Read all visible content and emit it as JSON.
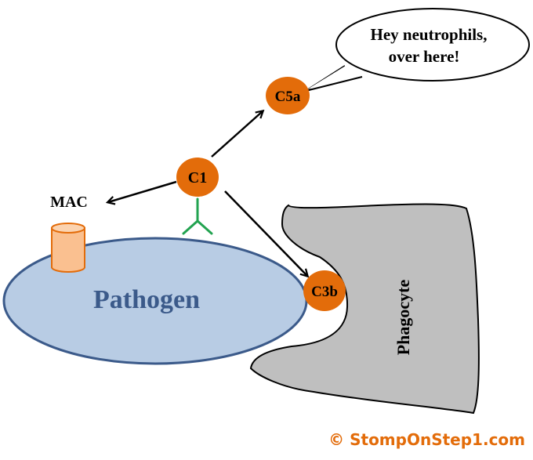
{
  "diagram": {
    "nodes": {
      "c1": "C1",
      "c5a": "C5a",
      "c3b": "C3b"
    },
    "pathogen_label": "Pathogen",
    "phagocyte_label": "Phagocyte",
    "mac_label": "MAC",
    "speech_bubble": {
      "line1": "Hey neutrophils,",
      "line2": "over here!"
    },
    "copyright": "© StompOnStep1.com"
  },
  "colors": {
    "complement_node": "#E36C0A",
    "pathogen_fill": "#B8CCE4",
    "pathogen_stroke": "#3B5A8A",
    "pathogen_text": "#3B5A8A",
    "phagocyte_fill": "#BFBFBF",
    "antibody": "#22A350",
    "mac_fill": "#FAC090",
    "mac_stroke": "#E36C0A",
    "copyright": "#E36C0A"
  },
  "icons": {
    "antibody": "y-shaped-antibody-icon",
    "mac": "cylinder-pore-icon"
  }
}
